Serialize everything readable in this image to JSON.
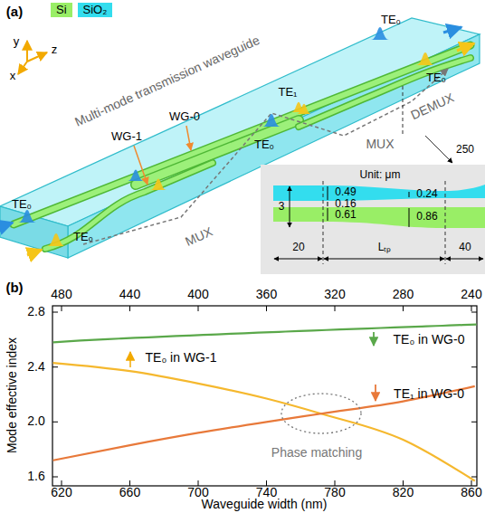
{
  "diagram": {
    "labels": [
      "(a)",
      "y",
      "z",
      "x",
      "Multi-mode transmission waveguide",
      "TE₀",
      "TE₀",
      "TE₁",
      "TE₀",
      "WG-1",
      "WG-0",
      "TE₀",
      "TE₀",
      "MUX",
      "DEMUX",
      "MUX",
      "Unit: μm",
      "3",
      "0.49",
      "0.16",
      "0.61",
      "0.24",
      "0.86",
      "20",
      "Lₜₚ",
      "40",
      "250",
      "(b)",
      "480",
      "440",
      "400",
      "360",
      "320",
      "280",
      "240",
      "2.8",
      "2.4",
      "2.0",
      "1.6",
      "620",
      "660",
      "700",
      "740",
      "780",
      "820",
      "860",
      "Mode effective index",
      "Waveguide width (nm)",
      "TE₀ in WG-0",
      "TE₀ in WG-1",
      "TE₁ in WG-0",
      "Phase matching"
    ],
    "legend": [
      {
        "text": "Si",
        "color": "#99ee66"
      },
      {
        "text": "SiO₂",
        "color": "#33ddee"
      }
    ]
  }
}
